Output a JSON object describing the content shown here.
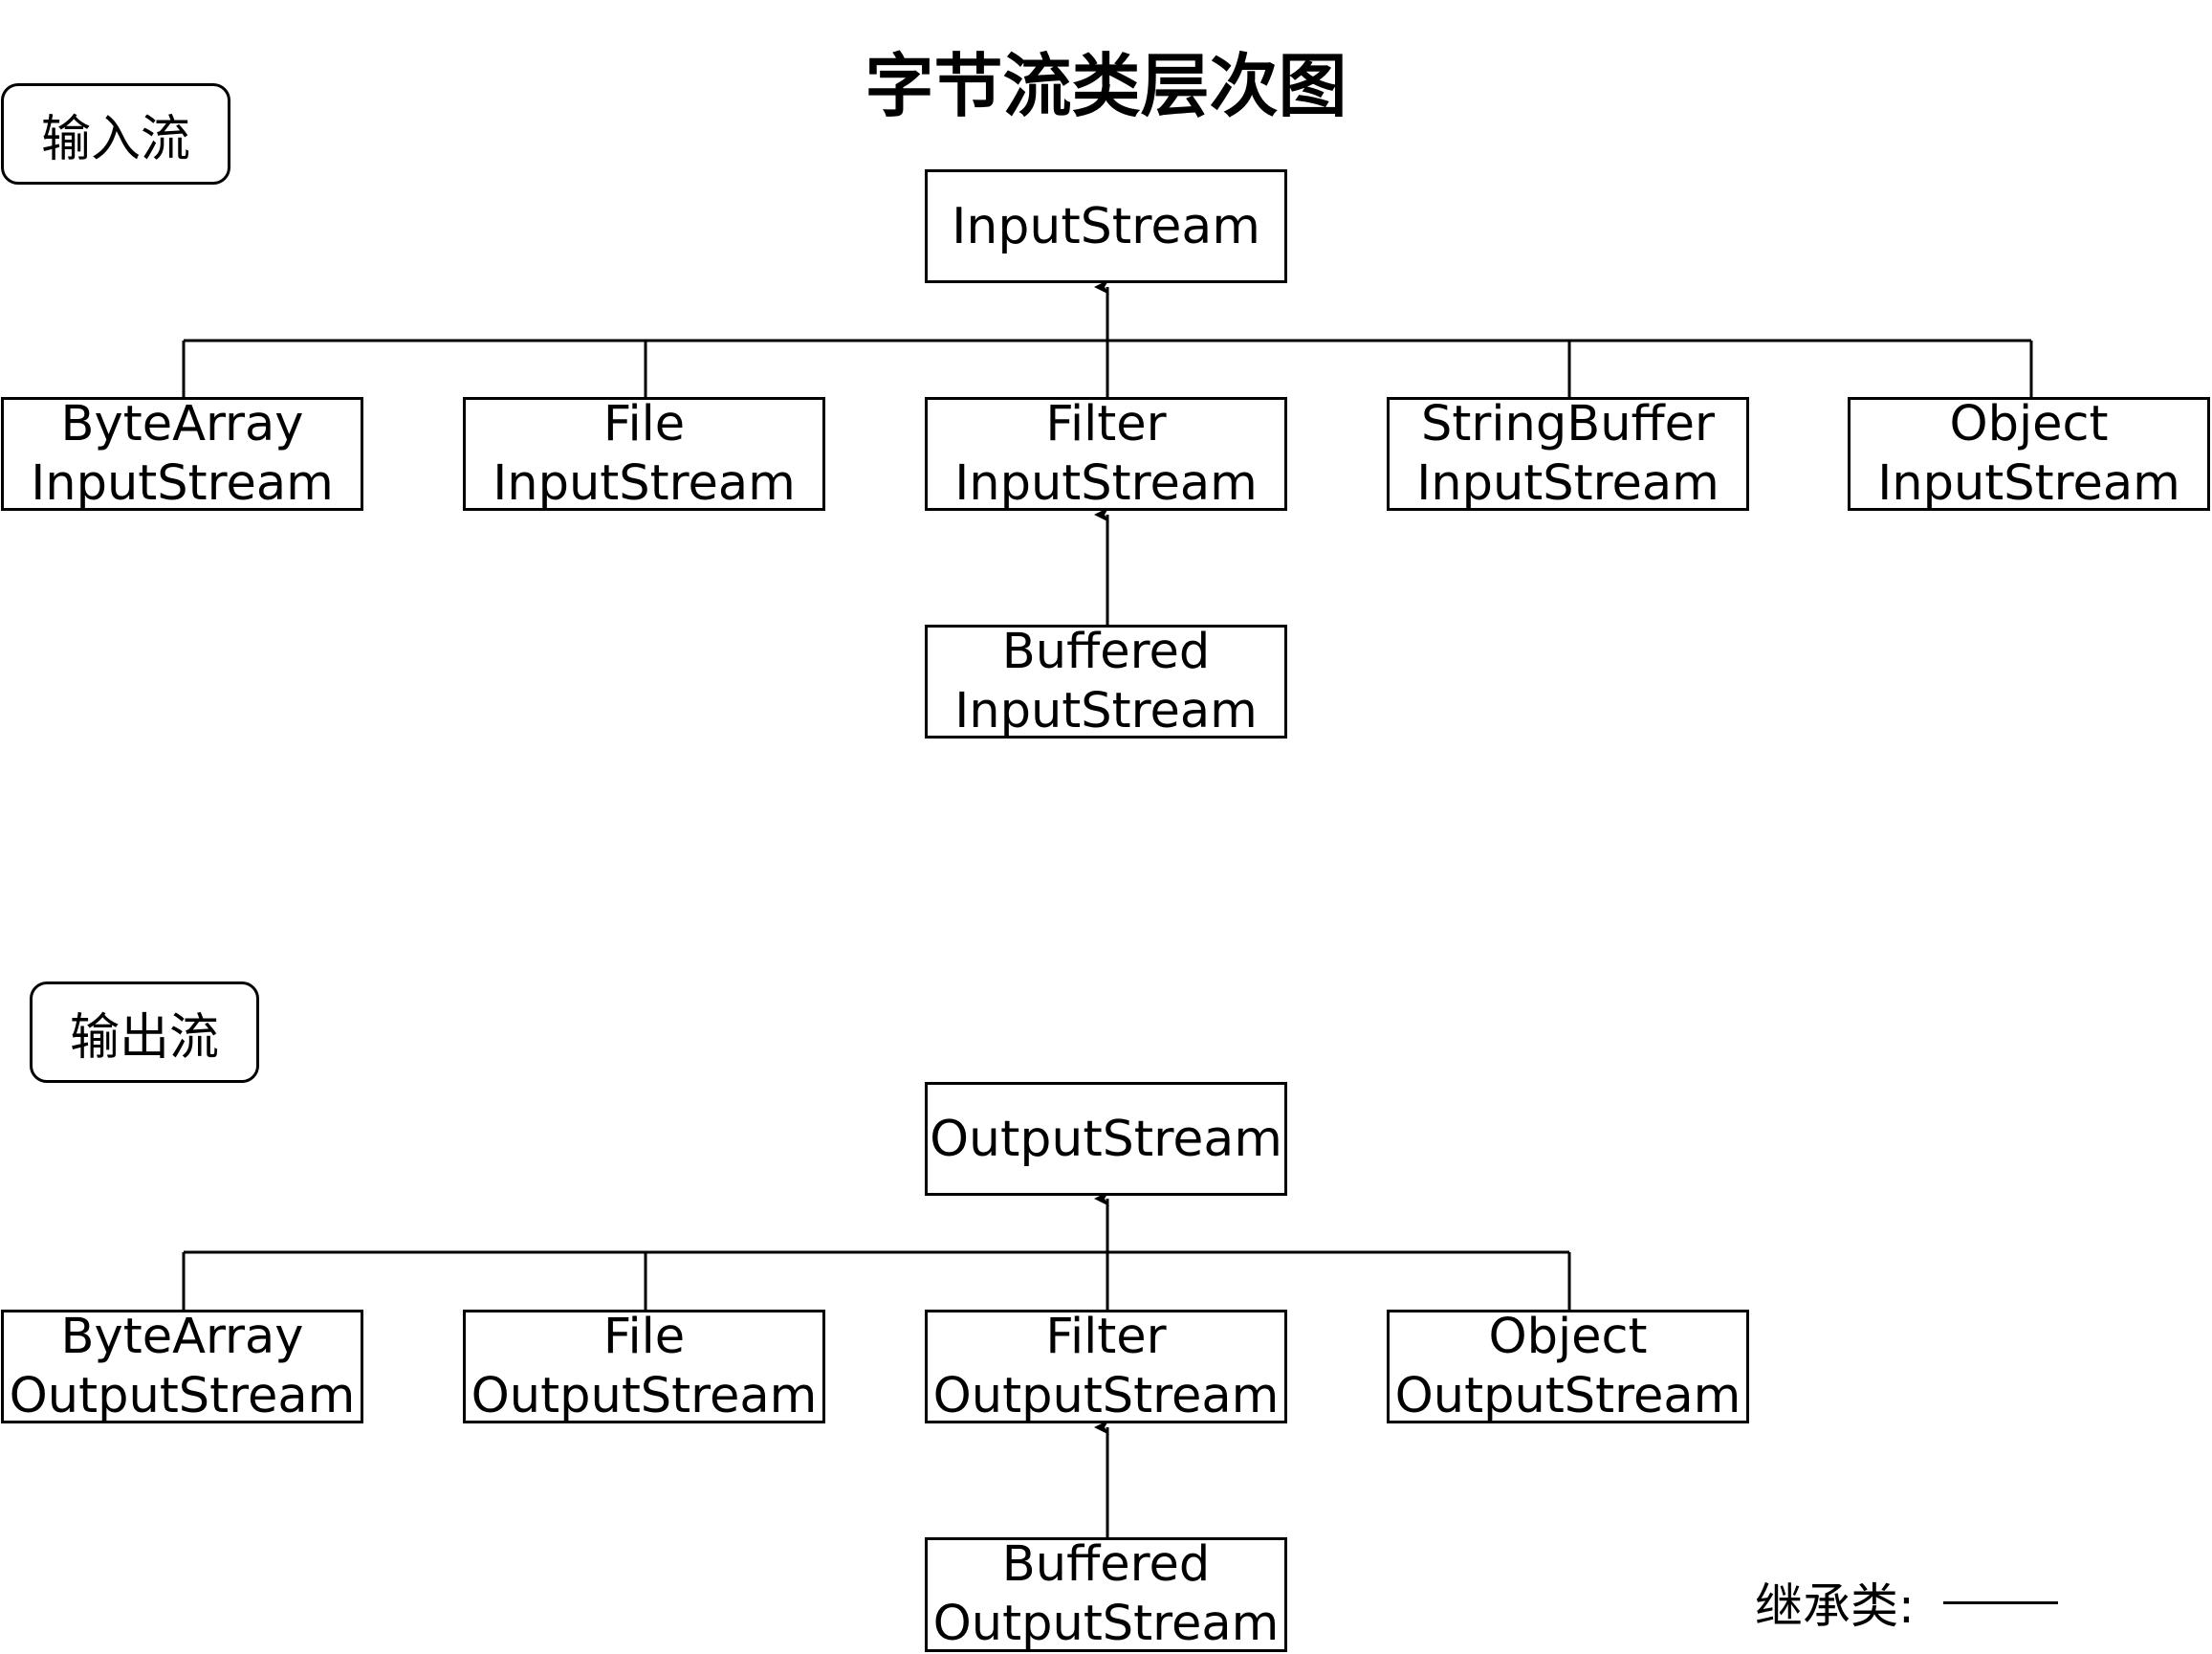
{
  "title": "字节流类层次图",
  "input_section": {
    "label": "输入流",
    "root": "InputStream",
    "children": [
      {
        "line1": "ByteArray",
        "line2": "InputStream"
      },
      {
        "line1": "File",
        "line2": "InputStream"
      },
      {
        "line1": "Filter",
        "line2": "InputStream"
      },
      {
        "line1": "StringBuffer",
        "line2": "InputStream"
      },
      {
        "line1": "Object",
        "line2": "InputStream"
      }
    ],
    "grandchild": {
      "line1": "Buffered",
      "line2": "InputStream"
    }
  },
  "output_section": {
    "label": "输出流",
    "root": "OutputStream",
    "children": [
      {
        "line1": "ByteArray",
        "line2": "OutputStream"
      },
      {
        "line1": "File",
        "line2": "OutputStream"
      },
      {
        "line1": "Filter",
        "line2": "OutputStream"
      },
      {
        "line1": "Object",
        "line2": "OutputStream"
      }
    ],
    "grandchild": {
      "line1": "Buffered",
      "line2": "OutputStream"
    }
  },
  "legend": {
    "label": "继承类:"
  }
}
